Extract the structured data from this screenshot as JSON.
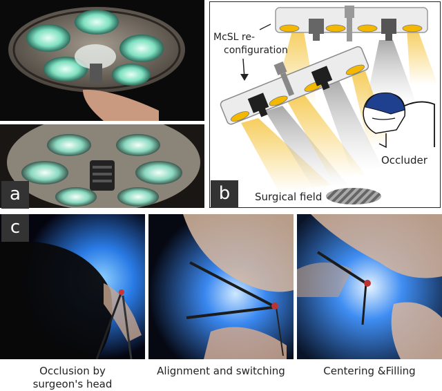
{
  "panels": {
    "a": {
      "tag": "a"
    },
    "b": {
      "tag": "b",
      "mcsl_label_line1": "McSL re-",
      "mcsl_label_line2": "configuration",
      "occluder_label": "Occluder",
      "surgical_field_label": "Surgical field"
    },
    "c": {
      "tag": "c",
      "captions": [
        {
          "line1": "Occlusion by",
          "line2": "surgeon's head"
        },
        {
          "line1": "Alignment and switching",
          "line2": ""
        },
        {
          "line1": "Centering &Filling",
          "line2": ""
        }
      ]
    }
  },
  "colors": {
    "lamp_yellow": "#f5b800",
    "lamp_body": "#ececec",
    "camera_dark": "#222222",
    "surgical_drape": "#1e6fe0",
    "surgeon_cap": "#1f3f8f"
  }
}
